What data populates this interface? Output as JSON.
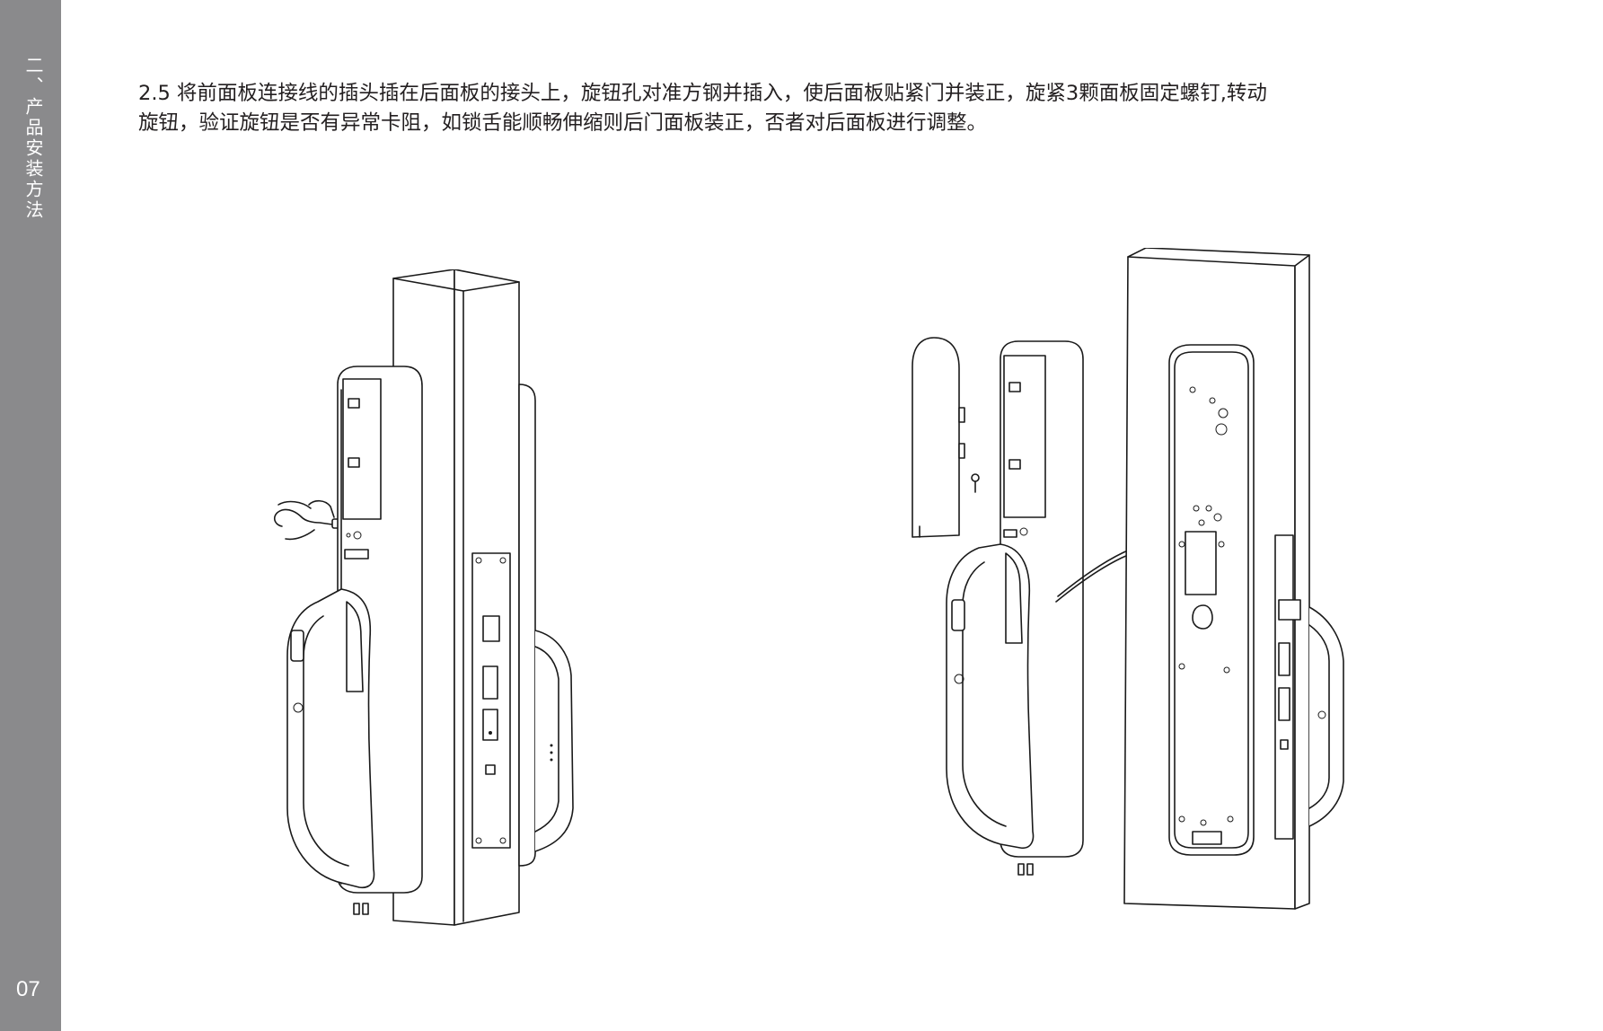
{
  "sidebar": {
    "section_title": "二、产品安装方法",
    "page_number": "07"
  },
  "step": {
    "line1": "2.5 将前面板连接线的插头插在后面板的接头上，旋钮孔对准方钢并插入，使后面板贴紧门并装正，旋紧3颗面板固定螺钉,转动",
    "line2": "旋钮，验证旋钮是否有异常卡阻，如锁舌能顺畅伸缩则后门面板装正，否者对后面板进行调整。"
  },
  "figures": [
    {
      "name": "assembled-lock-with-screwdriver",
      "icon": "door-lock-assembled-illustration"
    },
    {
      "name": "exploded-lock-with-cable",
      "icon": "door-lock-exploded-illustration"
    }
  ]
}
